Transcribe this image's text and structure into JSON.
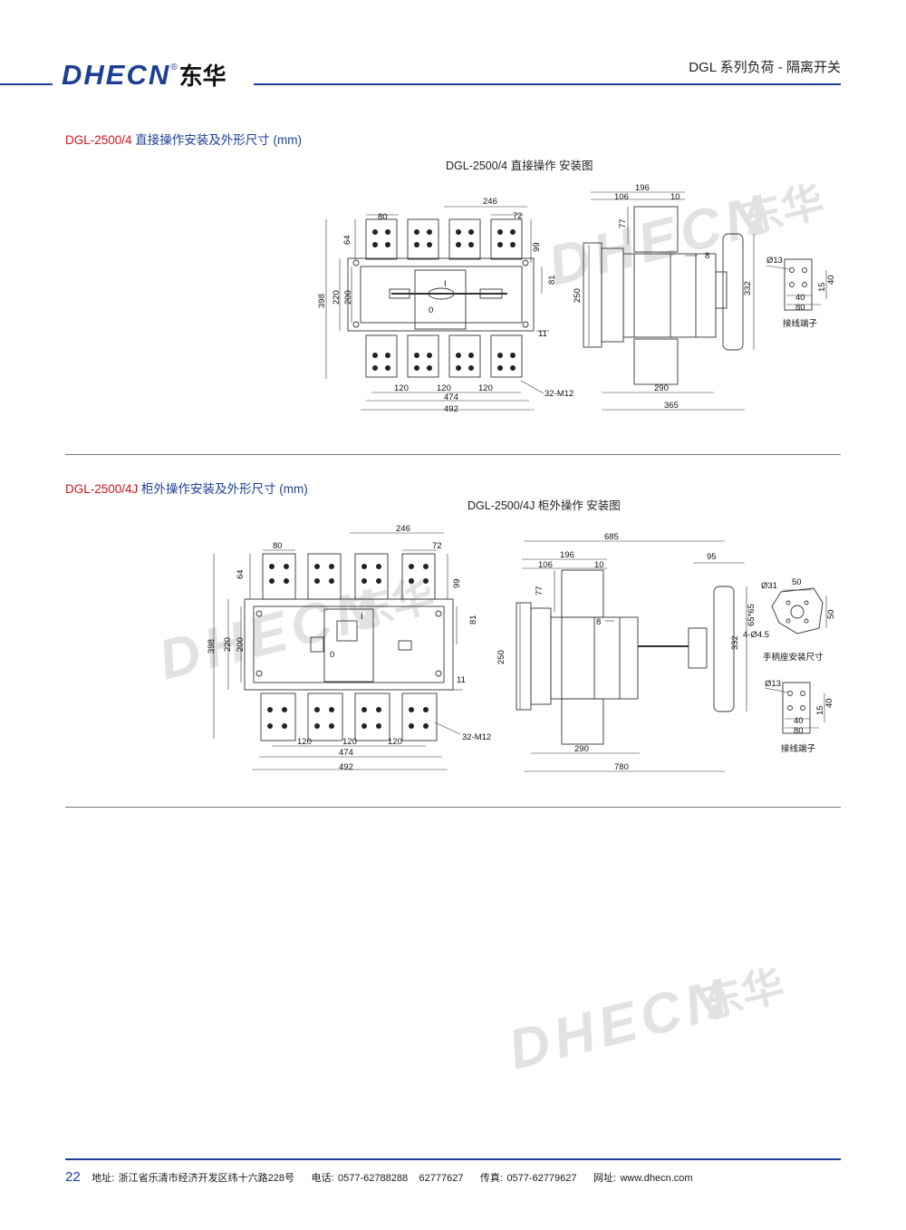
{
  "header": {
    "logo_latin": "DHECN",
    "logo_reg": "®",
    "logo_cn": "东华",
    "title": "DGL 系列负荷 - 隔离开关"
  },
  "colors": {
    "brand_blue": "#1c3f94",
    "accent_red": "#d4121c",
    "watermark": "#e2e2e2"
  },
  "section1": {
    "title_model": "DGL-2500/4",
    "title_rest": " 直接操作安装及外形尺寸 (mm)",
    "drawing_title": "DGL-2500/4 直接操作 安装图",
    "front": {
      "d246": "246",
      "d80": "80",
      "d72": "72",
      "d64": "64",
      "d99": "99",
      "d81": "81",
      "d398": "398",
      "d220": "220",
      "d200": "200",
      "d11": "11",
      "d120a": "120",
      "d120b": "120",
      "d120c": "120",
      "d474": "474",
      "d492": "492",
      "m12": "32-M12",
      "on": "I",
      "off": "0"
    },
    "side": {
      "d196": "196",
      "d106": "106",
      "d10": "10",
      "d77": "77",
      "d8": "8",
      "d250": "250",
      "d332": "332",
      "d290": "290",
      "d365": "365"
    },
    "terminal": {
      "dia": "Ø13",
      "d15": "15",
      "d40v": "40",
      "d40h": "40",
      "d80": "80",
      "label": "接线端子"
    }
  },
  "section2": {
    "title_model": "DGL-2500/4J",
    "title_rest": " 柜外操作安装及外形尺寸 (mm)",
    "drawing_title": "DGL-2500/4J 柜外操作 安装图",
    "front": {
      "d246": "246",
      "d80": "80",
      "d72": "72",
      "d64": "64",
      "d99": "99",
      "d81": "81",
      "d398": "398",
      "d220": "220",
      "d200": "200",
      "d11": "11",
      "d120a": "120",
      "d120b": "120",
      "d120c": "120",
      "d474": "474",
      "d492": "492",
      "m12": "32-M12",
      "on": "I",
      "off": "0"
    },
    "side": {
      "d685": "685",
      "d196": "196",
      "d106": "106",
      "d10": "10",
      "d95": "95",
      "d77": "77",
      "d8": "8",
      "d250": "250",
      "d332": "332",
      "d290": "290",
      "d780": "780"
    },
    "handle_base": {
      "dia": "Ø31",
      "d50h": "50",
      "d50v": "50",
      "d65": "65*65",
      "holes": "4-Ø4.5",
      "label": "手柄座安装尺寸"
    },
    "terminal": {
      "dia": "Ø13",
      "d15": "15",
      "d40v": "40",
      "d40h": "40",
      "d80": "80",
      "label": "接线端子"
    }
  },
  "footer": {
    "page_number": "22",
    "address_label": "地址:",
    "address": "浙江省乐清市经济开发区纬十六路228号",
    "phone_label": "电话:",
    "phone1": "0577-62788288",
    "phone2": "62777627",
    "fax_label": "传真:",
    "fax": "0577-62779627",
    "web_label": "网址:",
    "web": "www.dhecn.com"
  }
}
